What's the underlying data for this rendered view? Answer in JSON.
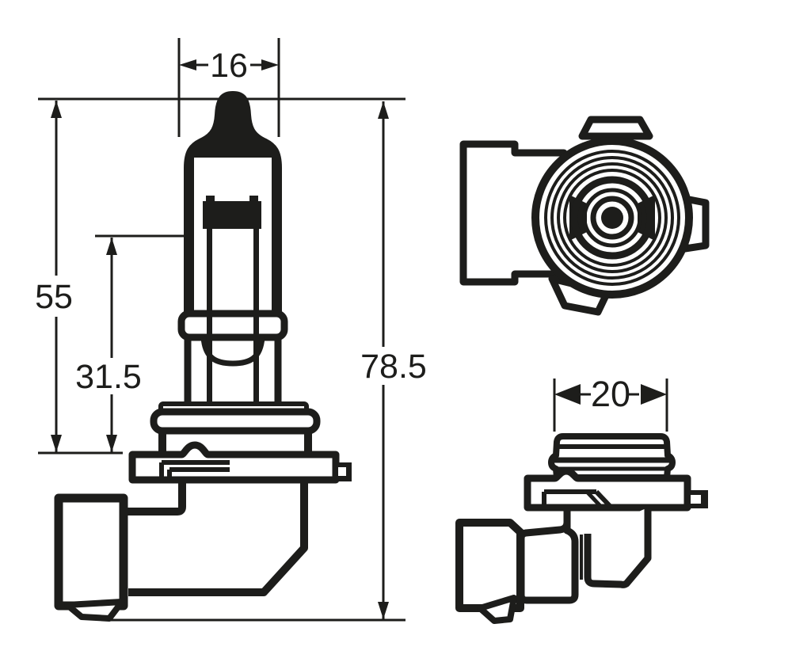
{
  "drawing": {
    "background": "#ffffff",
    "ink": "#1d1d1b",
    "views": {
      "front": {
        "label": "front-view-of-bulb",
        "dims": {
          "bulb_width": "16",
          "glass_length": "55",
          "filament_height": "31.5",
          "overall_length": "78.5"
        }
      },
      "top": {
        "label": "top-view-of-socket"
      },
      "side": {
        "label": "side-view-of-base",
        "dims": {
          "cap_diameter": "20"
        }
      }
    }
  }
}
